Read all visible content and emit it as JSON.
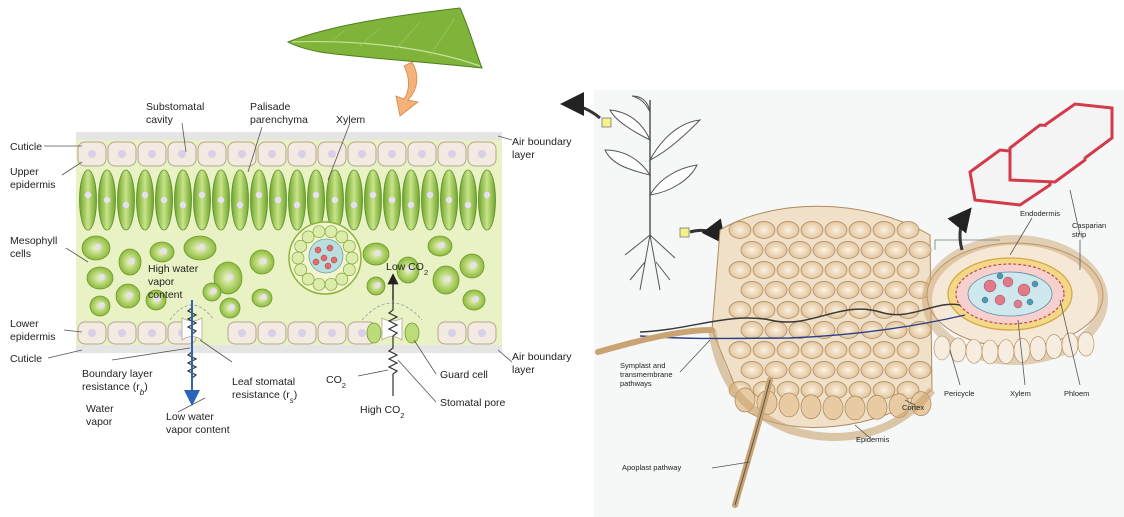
{
  "leaf_labels": {
    "cuticle_top": "Cuticle",
    "upper_epidermis_1": "Upper",
    "upper_epidermis_2": "epidermis",
    "mesophyll_1": "Mesophyll",
    "mesophyll_2": "cells",
    "lower_epidermis_1": "Lower",
    "lower_epidermis_2": "epidermis",
    "cuticle_bottom": "Cuticle",
    "boundary_res_1": "Boundary layer",
    "boundary_res_2": "resistance (r",
    "boundary_res_sub": "b",
    "boundary_res_close": ")",
    "water_vapor_1": "Water",
    "water_vapor_2": "vapor",
    "low_water_1": "Low water",
    "low_water_2": "vapor content",
    "leaf_stomatal_1": "Leaf stomatal",
    "leaf_stomatal_2": "resistance (r",
    "leaf_stomatal_sub": "s",
    "leaf_stomatal_close": ")",
    "substomatal_1": "Substomatal",
    "substomatal_2": "cavity",
    "palisade_1": "Palisade",
    "palisade_2": "parenchyma",
    "xylem": "Xylem",
    "air_boundary_top_1": "Air boundary",
    "air_boundary_top_2": "layer",
    "high_water_1": "High water",
    "high_water_2": "vapor",
    "high_water_3": "content",
    "low_co2": "Low CO",
    "low_co2_sub": "2",
    "co2": "CO",
    "co2_sub": "2",
    "high_co2": "High CO",
    "high_co2_sub": "2",
    "guard_cell": "Guard cell",
    "stomatal_pore": "Stomatal pore",
    "air_boundary_bottom_1": "Air boundary",
    "air_boundary_bottom_2": "layer"
  },
  "root_labels": {
    "endodermis": "Endodermis",
    "casparian_1": "Casparian",
    "casparian_2": "strip",
    "symplast_1": "Symplast and",
    "symplast_2": "transmembrane",
    "symplast_3": "pathways",
    "pericycle": "Pericycle",
    "xylem": "Xylem",
    "phloem": "Phloem",
    "cortex": "Cortex",
    "epidermis": "Epidermis",
    "apoplast": "Apoplast pathway"
  },
  "colors": {
    "leaf_green": "#7fb33a",
    "palisade_green": "#9cc94a",
    "epidermis_fill": "#f3ebe1",
    "nucleus": "#d9cfe8",
    "root_tan": "#d9b88f",
    "casparian_red": "#d33a4a",
    "arrow_orange": "#f2b27a",
    "water_arrow_blue": "#2a64b8"
  }
}
